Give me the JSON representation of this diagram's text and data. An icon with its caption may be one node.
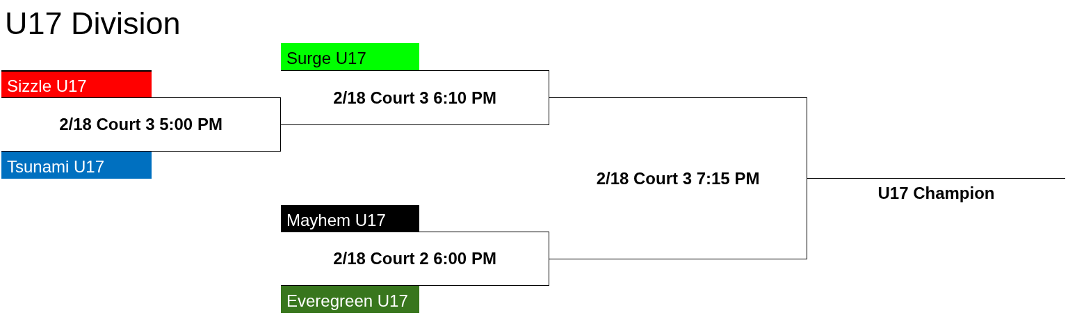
{
  "diagram": {
    "title": "U17 Division",
    "nodes": [
      {
        "text": [
          "Sizzle U17"
        ]
      },
      {
        "text": [
          "2/18 Court 3 5:00 PM"
        ]
      },
      {
        "text": [
          "Tsunami U17"
        ]
      },
      {
        "text": [
          "Surge U17"
        ]
      },
      {
        "text": [
          "2/18 Court 3 6:10 PM"
        ]
      },
      {
        "text": [
          "Mayhem U17"
        ]
      },
      {
        "text": [
          "2/18 Court 2 6:00 PM"
        ]
      },
      {
        "text": [
          "Everegreen U17"
        ]
      },
      {
        "text": [
          "2/18 Court 3 7:15 PM"
        ]
      },
      {
        "text": [
          "U17 Champion"
        ]
      }
    ]
  }
}
